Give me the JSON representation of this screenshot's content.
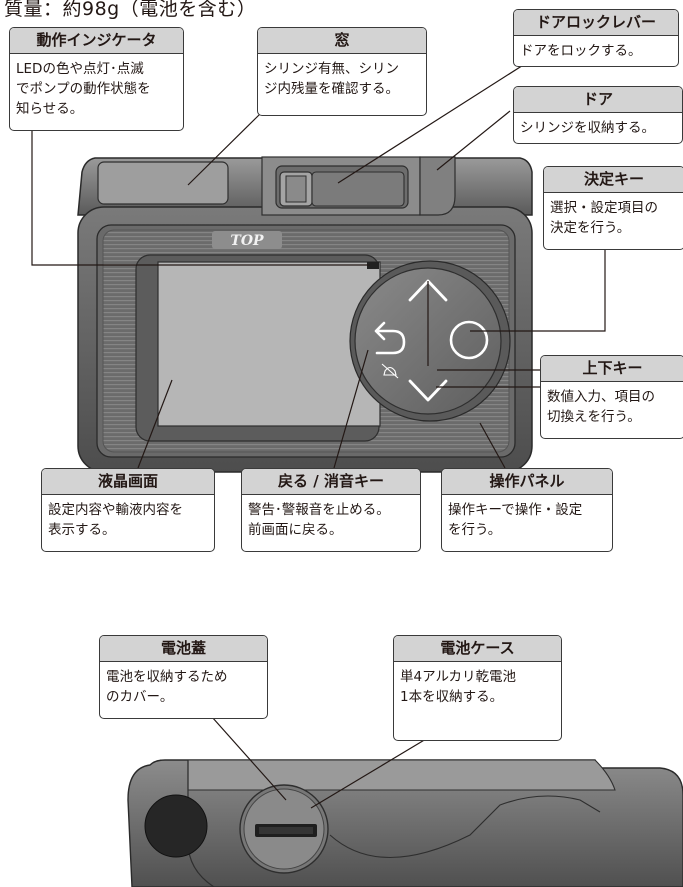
{
  "heading": "質量：約98g（電池を含む）",
  "logo": "TOP",
  "callouts": {
    "indicator": {
      "title": "動作インジケータ",
      "lines": [
        "LEDの色や点灯･点滅",
        "でポンプの動作状態を",
        "知らせる。"
      ]
    },
    "window": {
      "title": "窓",
      "lines": [
        "シリンジ有無、シリン",
        "ジ内残量を確認する。"
      ]
    },
    "door_lock": {
      "title": "ドアロックレバー",
      "lines": [
        "ドアをロックする。"
      ]
    },
    "door": {
      "title": "ドア",
      "lines": [
        "シリンジを収納する。"
      ]
    },
    "enter_key": {
      "title": "決定キー",
      "lines": [
        "選択・設定項目の",
        "決定を行う。"
      ]
    },
    "updown_key": {
      "title": "上下キー",
      "lines": [
        "数値入力、項目の",
        "切換えを行う。"
      ]
    },
    "lcd": {
      "title": "液晶画面",
      "lines": [
        "設定内容や輸液内容を",
        "表示する。"
      ]
    },
    "back_key": {
      "title": "戻る / 消音キー",
      "lines": [
        "警告･警報音を止める。",
        "前画面に戻る。"
      ]
    },
    "panel": {
      "title": "操作パネル",
      "lines": [
        "操作キーで操作・設定",
        "を行う。"
      ]
    },
    "battery_cover": {
      "title": "電池蓋",
      "lines": [
        "電池を収納するため",
        "のカバー。"
      ]
    },
    "battery_case": {
      "title": "電池ケース",
      "lines": [
        "単4アルカリ乾電池",
        "1本を収納する。"
      ]
    }
  },
  "colors": {
    "body": "#5c5c5c",
    "panel": "#6e6e6e",
    "lcd": "#b5b5b5",
    "title_bg": "#d3d3d3"
  }
}
